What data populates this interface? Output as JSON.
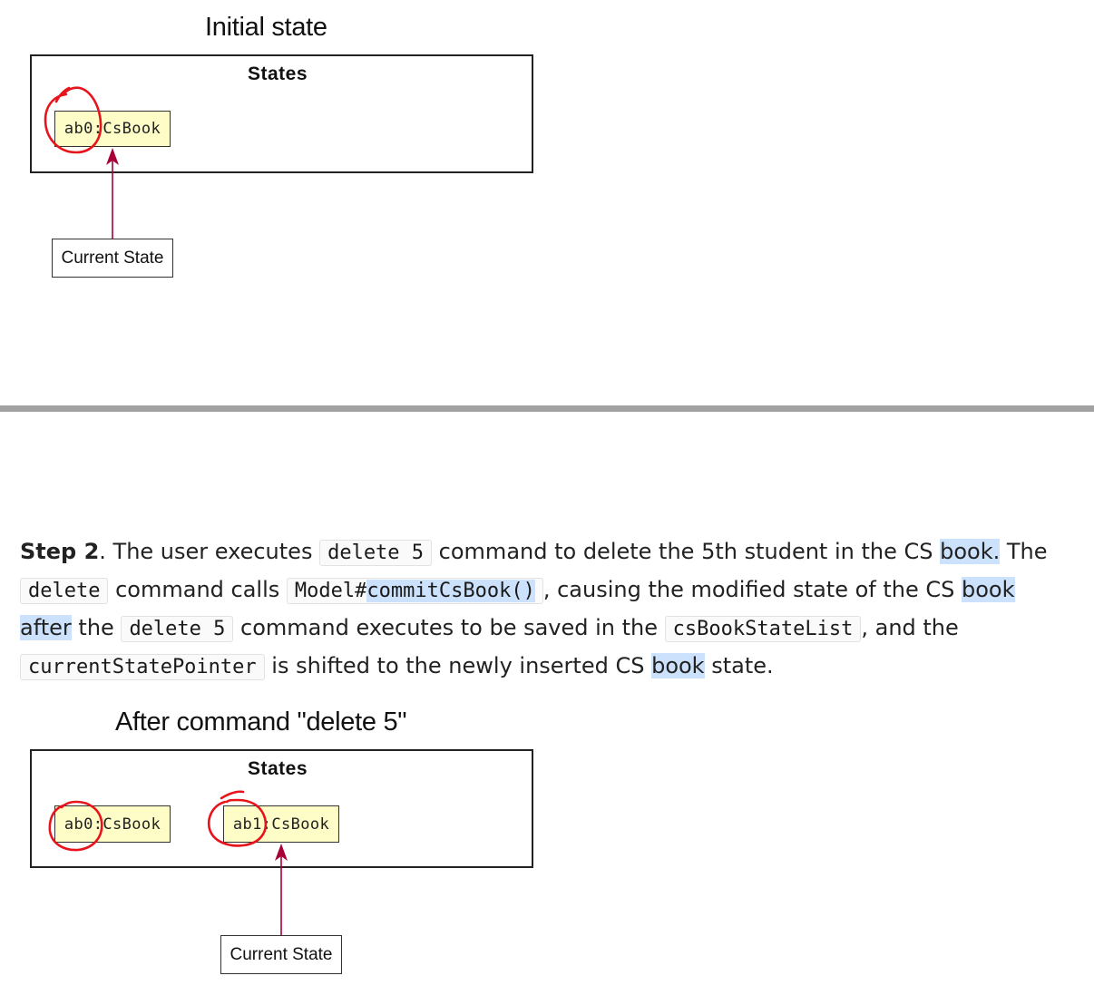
{
  "diagram1": {
    "title": "Initial state",
    "box_label": "States",
    "nodes": [
      {
        "label": "ab0:CsBook"
      }
    ],
    "pointer_label": "Current State"
  },
  "diagram2": {
    "title": "After command \"delete 5\"",
    "box_label": "States",
    "nodes": [
      {
        "label": "ab0:CsBook"
      },
      {
        "label": "ab1:CsBook"
      }
    ],
    "pointer_label": "Current State"
  },
  "step2": {
    "step_label": "Step 2",
    "t1": ". The user executes ",
    "c1": "delete 5",
    "t2": " command to delete the 5th student in the CS ",
    "h1": "book.",
    "t3": " The ",
    "c2": "delete",
    "t4": " command calls ",
    "c3a": "Model#",
    "c3b": "commitCsBook()",
    "t5": ", causing the modified state of the CS ",
    "h2": "book",
    "t6": " ",
    "h3": "after",
    "t7": " the ",
    "c4": "delete 5",
    "t8": " command executes to be saved in the ",
    "c5": "csBookStateList",
    "t9": ", and the ",
    "c6": "currentStatePointer",
    "t10": " is shifted to the newly inserted CS ",
    "h4": "book",
    "t11": " state."
  },
  "colors": {
    "node_fill": "#fefdc7",
    "arrow": "#a80036",
    "annotation": "#e8141c",
    "highlight": "#cce1fc",
    "divider": "#a2a2a2"
  }
}
